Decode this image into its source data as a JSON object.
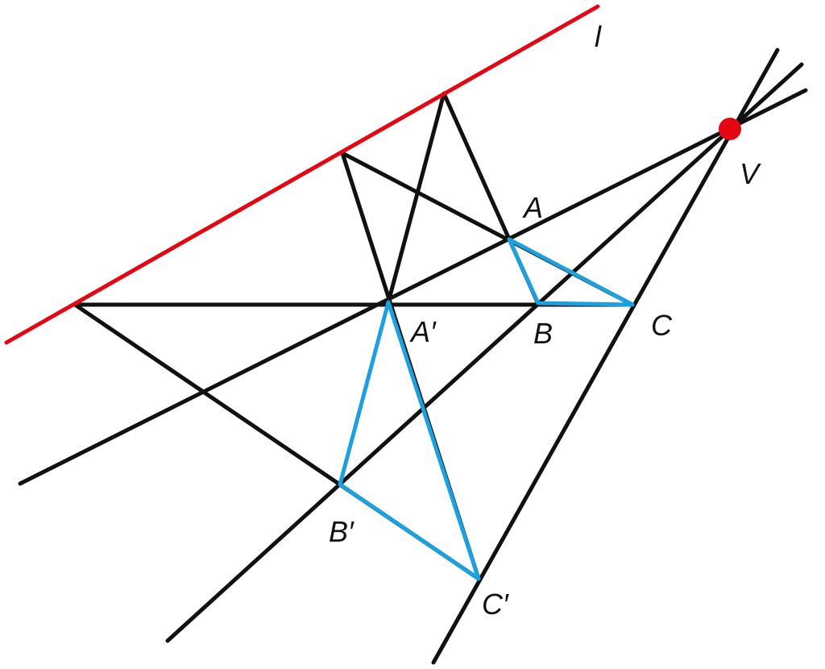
{
  "diagram": {
    "title": "Desargues perspective construction",
    "labels": {
      "line_l": "l",
      "V": "V",
      "A": "A",
      "B": "B",
      "C": "C",
      "A_prime": "A′",
      "B_prime": "B′",
      "C_prime": "C′"
    },
    "colors": {
      "axis_line": "#e30613",
      "center_point": "#e30613",
      "construction_lines": "#111111",
      "triangles": "#1ba0e0"
    }
  }
}
